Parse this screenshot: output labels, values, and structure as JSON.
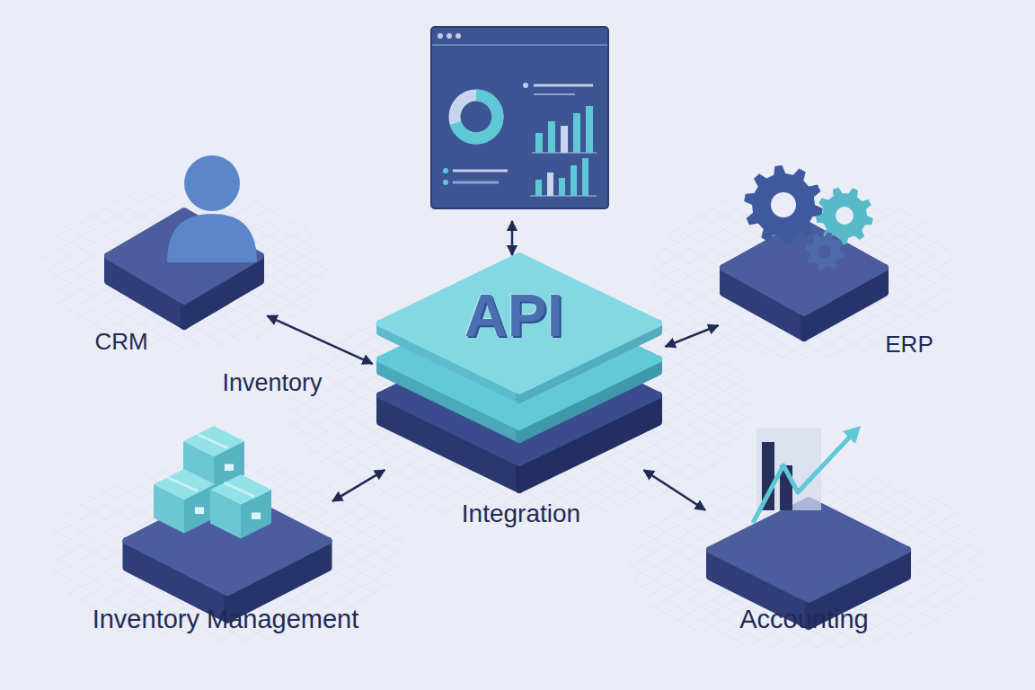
{
  "diagram": {
    "nodes": [
      {
        "text": [
          "CRM"
        ]
      },
      {
        "text": [
          "API",
          "Integration"
        ]
      },
      {
        "text": [
          "ERP"
        ]
      },
      {
        "text": [
          "Inventory Management"
        ]
      },
      {
        "text": [
          "Accounting"
        ]
      }
    ],
    "edges": [
      {
        "from": 0,
        "to": 1,
        "arrow": "both"
      },
      {
        "from": 1,
        "to": 2,
        "arrow": "both"
      },
      {
        "from": 3,
        "to": 1,
        "arrow": "both"
      },
      {
        "from": 1,
        "to": 4,
        "arrow": "both"
      }
    ],
    "labels": [
      "Inventory"
    ]
  }
}
